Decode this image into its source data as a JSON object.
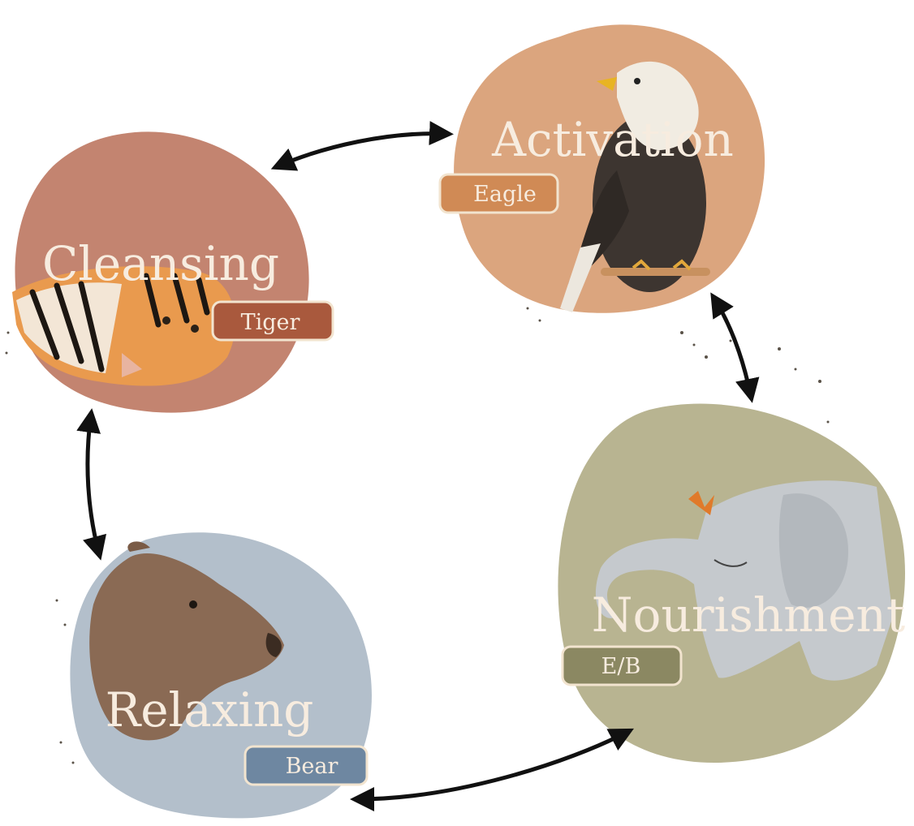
{
  "stages": {
    "activation": {
      "title": "Activation",
      "animal": "Eagle",
      "animal_icon": "eagle-icon",
      "blob_color": "#dba57e",
      "tag_color": "#d08a55"
    },
    "cleansing": {
      "title": "Cleansing",
      "animal": "Tiger",
      "animal_icon": "tiger-icon",
      "blob_color": "#c38470",
      "tag_color": "#a9593d"
    },
    "nourishment": {
      "title": "Nourishment",
      "animal": "E/B",
      "animal_icon": "elephant-icon",
      "blob_color": "#b8b491",
      "tag_color": "#8b8862"
    },
    "relaxing": {
      "title": "Relaxing",
      "animal": "Bear",
      "animal_icon": "bear-icon",
      "blob_color": "#b3bfcb",
      "tag_color": "#6e87a1"
    }
  },
  "arrow_color": "#111111",
  "text_color": "#f7ecdf"
}
